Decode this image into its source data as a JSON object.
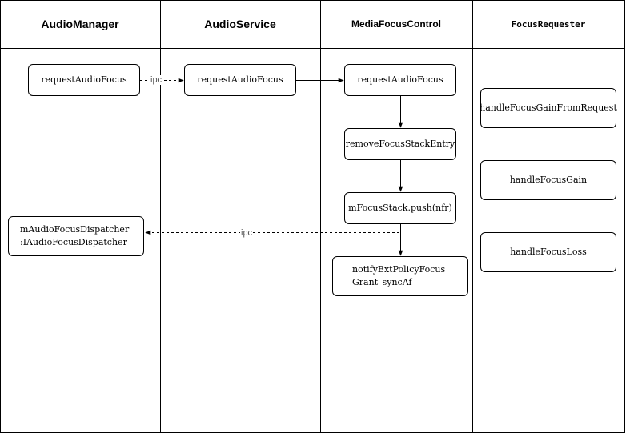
{
  "lanes": [
    {
      "title": "AudioManager"
    },
    {
      "title": "AudioService"
    },
    {
      "title": "MediaFocusControl"
    },
    {
      "title": "FocusRequester"
    }
  ],
  "nodes": {
    "am_request": "requestAudioFocus",
    "as_request": "requestAudioFocus",
    "mfc_request": "requestAudioFocus",
    "remove_entry": "removeFocusStackEntry",
    "push": "mFocusStack.push(nfr)",
    "notify": "notifyExtPolicyFocus\nGrant_syncAf",
    "dispatcher": "mAudioFocusDispatcher\n:IAudioFocusDispatcher",
    "gain_from_request": "handleFocusGainFromRequest",
    "gain": "handleFocusGain",
    "loss": "handleFocusLoss"
  },
  "edges": {
    "ipc_label_1": "ipc",
    "ipc_label_2": "ipc"
  },
  "colors": {
    "line": "#000000",
    "edge_label": "#555555"
  }
}
